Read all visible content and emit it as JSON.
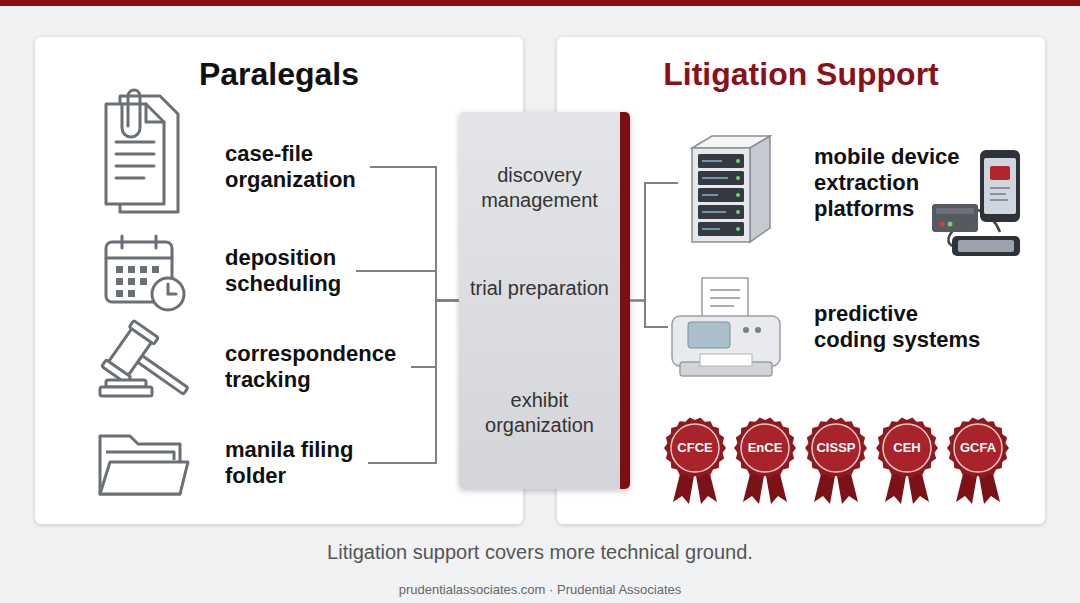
{
  "diagram": {
    "caption": "Litigation support covers more technical ground.",
    "nodes": [
      {
        "text": [
          "Paralegals"
        ]
      },
      {
        "text": [
          "case-file organization"
        ],
        "in": 0
      },
      {
        "text": [
          "deposition scheduling"
        ],
        "in": 0
      },
      {
        "text": [
          "correspondence tracking"
        ],
        "in": 0
      },
      {
        "text": [
          "manila filing folder"
        ],
        "in": 0
      },
      {
        "text": [
          "discovery management",
          "trial preparation",
          "exhibit organization"
        ]
      },
      {
        "text": [
          "Litigation Support"
        ]
      },
      {
        "text": [
          "mobile device extraction platforms"
        ],
        "in": 6
      },
      {
        "text": [
          "predictive coding systems"
        ],
        "in": 6
      },
      {
        "text": [
          "CFCE"
        ],
        "in": 6
      },
      {
        "text": [
          "EnCE"
        ],
        "in": 6
      },
      {
        "text": [
          "CISSP"
        ],
        "in": 6
      },
      {
        "text": [
          "CEH"
        ],
        "in": 6
      },
      {
        "text": [
          "GCFA"
        ],
        "in": 6
      }
    ],
    "edges": [
      {
        "from": 1,
        "to": 5,
        "arrow": "none"
      },
      {
        "from": 2,
        "to": 5,
        "arrow": "none"
      },
      {
        "from": 3,
        "to": 5,
        "arrow": "none"
      },
      {
        "from": 4,
        "to": 5,
        "arrow": "none"
      },
      {
        "from": 5,
        "to": 7,
        "arrow": "none"
      },
      {
        "from": 5,
        "to": 8,
        "arrow": "none"
      }
    ],
    "labels": [
      "prudentialassociates.com · Prudential Associates"
    ]
  }
}
